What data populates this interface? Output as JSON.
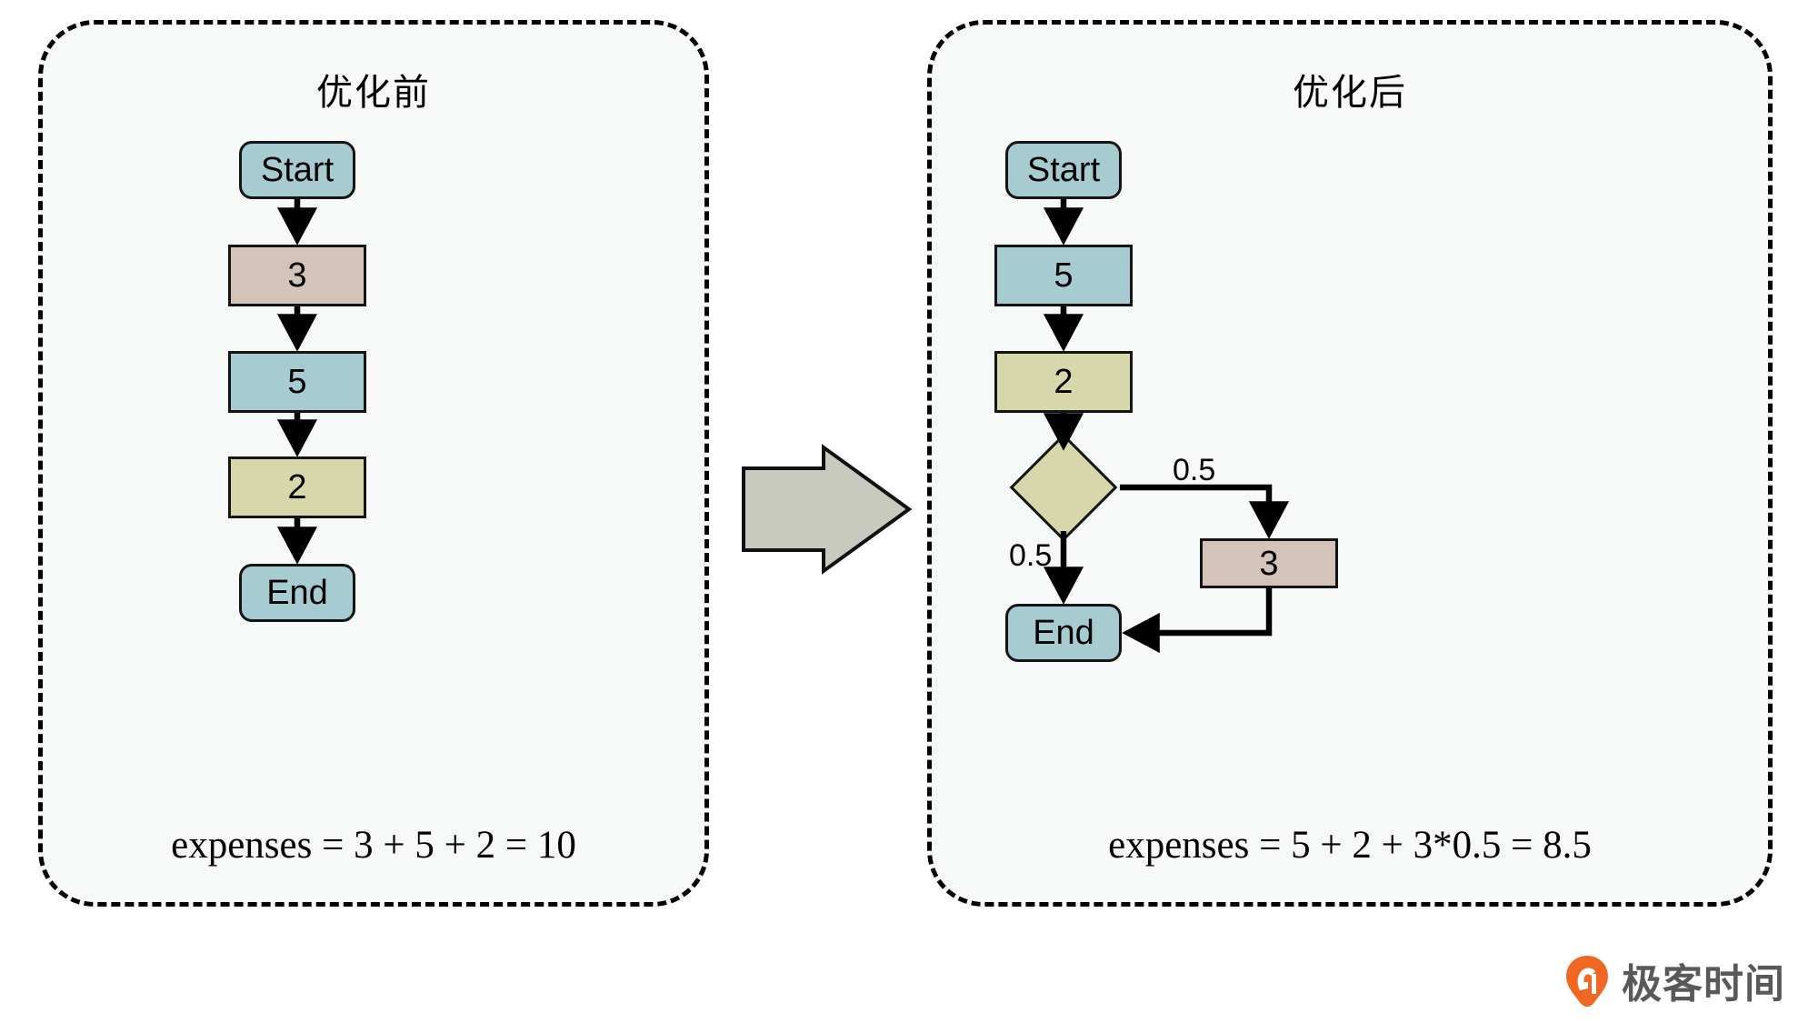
{
  "figure": {
    "type": "flowchart-comparison",
    "background": "#ffffff",
    "panel_background": "#f7f8f8",
    "colors": {
      "teal": "#a6ccd1",
      "tan": "#d4c3b9",
      "olive": "#d7d7ac",
      "stroke": "#141414",
      "arrow_fill": "#c9cabf",
      "brand_orange": "#ef6722",
      "watermark_gray": "#58595b"
    }
  },
  "panels": [
    {
      "id": "before",
      "title": "优化前",
      "formula": "expenses = 3 + 5 + 2 = 10",
      "nodes": [
        {
          "id": "start",
          "label": "Start",
          "shape": "rounded",
          "fill": "teal"
        },
        {
          "id": "n3",
          "label": "3",
          "shape": "rect",
          "fill": "tan"
        },
        {
          "id": "n5",
          "label": "5",
          "shape": "rect",
          "fill": "teal"
        },
        {
          "id": "n2",
          "label": "2",
          "shape": "rect",
          "fill": "olive"
        },
        {
          "id": "end",
          "label": "End",
          "shape": "rounded",
          "fill": "teal"
        }
      ],
      "edges": [
        {
          "from": "start",
          "to": "n3",
          "label": ""
        },
        {
          "from": "n3",
          "to": "n5",
          "label": ""
        },
        {
          "from": "n5",
          "to": "n2",
          "label": ""
        },
        {
          "from": "n2",
          "to": "end",
          "label": ""
        }
      ]
    },
    {
      "id": "after",
      "title": "优化后",
      "formula": "expenses = 5 + 2 + 3*0.5 = 8.5",
      "nodes": [
        {
          "id": "start",
          "label": "Start",
          "shape": "rounded",
          "fill": "teal"
        },
        {
          "id": "n5",
          "label": "5",
          "shape": "rect",
          "fill": "teal"
        },
        {
          "id": "n2",
          "label": "2",
          "shape": "rect",
          "fill": "olive"
        },
        {
          "id": "decision",
          "label": "",
          "shape": "diamond",
          "fill": "olive"
        },
        {
          "id": "n3",
          "label": "3",
          "shape": "rect",
          "fill": "tan"
        },
        {
          "id": "end",
          "label": "End",
          "shape": "rounded",
          "fill": "teal"
        }
      ],
      "edges": [
        {
          "from": "start",
          "to": "n5",
          "label": ""
        },
        {
          "from": "n5",
          "to": "n2",
          "label": ""
        },
        {
          "from": "n2",
          "to": "decision",
          "label": ""
        },
        {
          "from": "decision",
          "to": "n3",
          "label": "0.5"
        },
        {
          "from": "decision",
          "to": "end",
          "label": "0.5"
        },
        {
          "from": "n3",
          "to": "end",
          "label": ""
        }
      ]
    }
  ],
  "transition_arrow": {
    "direction": "right"
  },
  "watermark": {
    "text": "极客时间",
    "icon": "geekbang-pin-logo"
  }
}
